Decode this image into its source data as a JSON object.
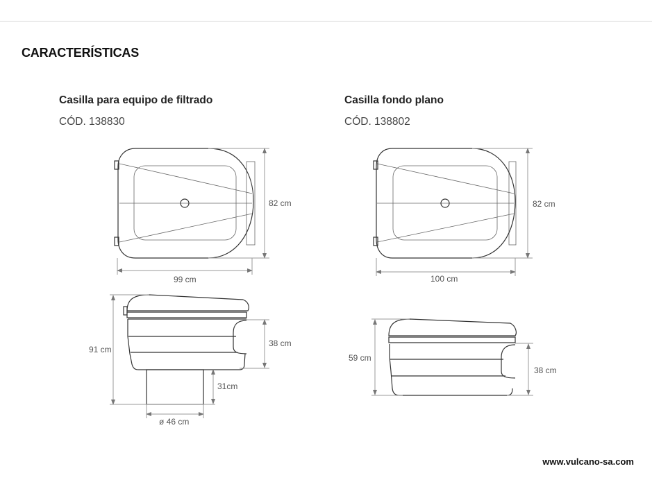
{
  "section_title": "CARACTERÍSTICAS",
  "products": [
    {
      "title": "Casilla para equipo de filtrado",
      "code": "CÓD. 138830",
      "dims": {
        "depth": "82 cm",
        "width": "99 cm",
        "height": "91 cm",
        "body": "38 cm",
        "base": "31cm",
        "diameter": "ø 46 cm"
      }
    },
    {
      "title": "Casilla fondo plano",
      "code": "CÓD. 138802",
      "dims": {
        "depth": "82 cm",
        "width": "100 cm",
        "height": "59 cm",
        "body": "38 cm"
      }
    }
  ],
  "footer": {
    "website": "www.vulcano-sa.com"
  }
}
